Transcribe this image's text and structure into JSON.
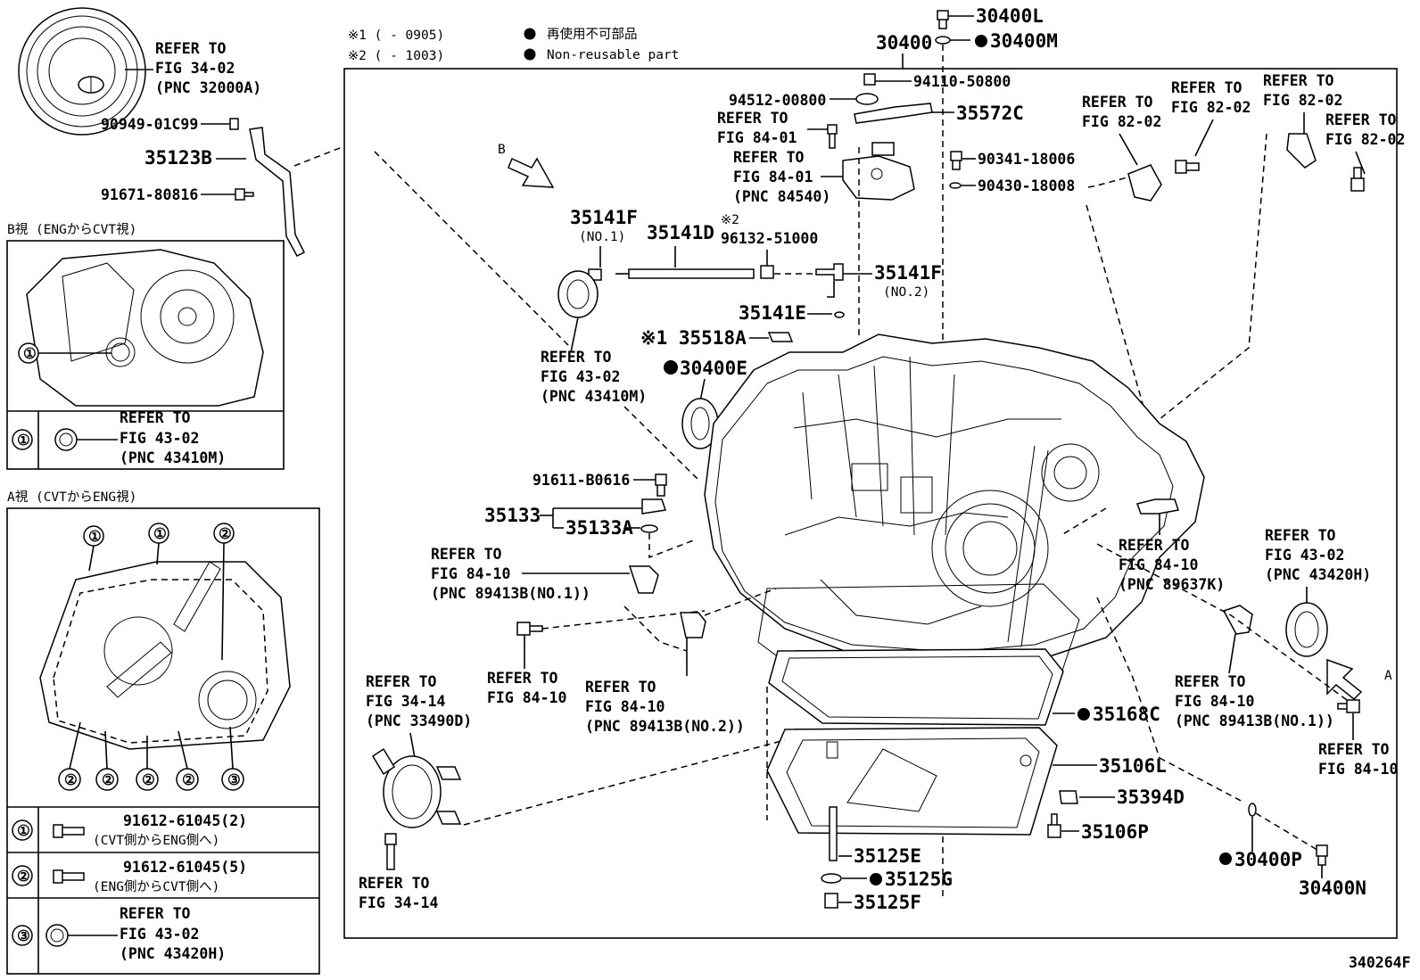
{
  "legend": {
    "note1": "※1 (     - 0905)",
    "note2": "※2 (     - 1003)",
    "non_reusable_jp": "再使用不可部品",
    "non_reusable_en": "Non-reusable part"
  },
  "figure_code": "340264F",
  "views": {
    "b_view_title": "B視 (ENGからCVT視)",
    "a_view_title": "A視 (CVTからENG視)",
    "b_table": [
      {
        "key": "①",
        "l1": "REFER TO",
        "l2": "FIG 43-02",
        "l3": "(PNC 43410M)"
      }
    ],
    "a_table": [
      {
        "key": "①",
        "l1": "91612-61045(2)",
        "l2": "(CVT側からENG側へ)"
      },
      {
        "key": "②",
        "l1": "91612-61045(5)",
        "l2": "(ENG側からCVT側へ)"
      },
      {
        "key": "③",
        "l1": "REFER TO",
        "l2": "FIG 43-02",
        "l3": "(PNC 43420H)"
      }
    ],
    "b_callouts": [
      "①"
    ],
    "a_callouts": [
      "①",
      "①",
      "②",
      "②",
      "②",
      "②",
      "②",
      "③"
    ]
  },
  "labels": {
    "torque_ref": [
      "REFER TO",
      "FIG 34-02",
      "(PNC 32000A)"
    ],
    "p90949": "90949-01C99",
    "p35123B": "35123B",
    "p91671": "91671-80816",
    "p30400L": "30400L",
    "p30400": "30400",
    "p30400M": "30400M",
    "p94110": "94110-50800",
    "p94512": "94512-00800",
    "p35572C": "35572C",
    "ref_84_01_a": [
      "REFER TO",
      "FIG 84-01"
    ],
    "ref_84_01_b": [
      "REFER TO",
      "FIG 84-01",
      "(PNC 84540)"
    ],
    "p90341": "90341-18006",
    "p90430": "90430-18008",
    "ref_82_02_a": [
      "REFER TO",
      "FIG 82-02"
    ],
    "ref_82_02_b": [
      "REFER TO",
      "FIG 82-02"
    ],
    "ref_82_02_c": [
      "REFER TO",
      "FIG 82-02"
    ],
    "ref_82_02_d": [
      "REFER TO",
      "FIG 82-02"
    ],
    "arrow_b": "B",
    "arrow_a": "A",
    "p35141F_1": "35141F",
    "p35141F_1_sub": "(NO.1)",
    "p35141D": "35141D",
    "note2_mark": "※2",
    "p96132": "96132-51000",
    "p35141F_2": "35141F",
    "p35141F_2_sub": "(NO.2)",
    "p35141E": "35141E",
    "p35518A": "※1 35518A",
    "p30400E": "30400E",
    "ref_43_02_m": [
      "REFER TO",
      "FIG 43-02",
      "(PNC 43410M)"
    ],
    "p91611": "91611-B0616",
    "p35133": "35133",
    "p35133A": "35133A",
    "ref_84_10_nb1": [
      "REFER TO",
      "FIG 84-10",
      "(PNC 89413B(NO.1))"
    ],
    "ref_84_10_a": [
      "REFER TO",
      "FIG 84-10"
    ],
    "ref_84_10_nb2": [
      "REFER TO",
      "FIG 84-10",
      "(PNC 89413B(NO.2))"
    ],
    "ref_34_14_a": [
      "REFER TO",
      "FIG 34-14",
      "(PNC 33490D)"
    ],
    "ref_34_14_b": [
      "REFER TO",
      "FIG 34-14"
    ],
    "ref_84_10_k": [
      "REFER TO",
      "FIG 84-10",
      "(PNC 89637K)"
    ],
    "ref_43_02_h": [
      "REFER TO",
      "FIG 43-02",
      "(PNC 43420H)"
    ],
    "ref_84_10_r1": [
      "REFER TO",
      "FIG 84-10",
      "(PNC 89413B(NO.1))"
    ],
    "ref_84_10_r2": [
      "REFER TO",
      "FIG 84-10"
    ],
    "p35168C": "35168C",
    "p35106L": "35106L",
    "p35394D": "35394D",
    "p35106P": "35106P",
    "p30400P": "30400P",
    "p30400N": "30400N",
    "p35125E": "35125E",
    "p35125G": "35125G",
    "p35125F": "35125F"
  }
}
